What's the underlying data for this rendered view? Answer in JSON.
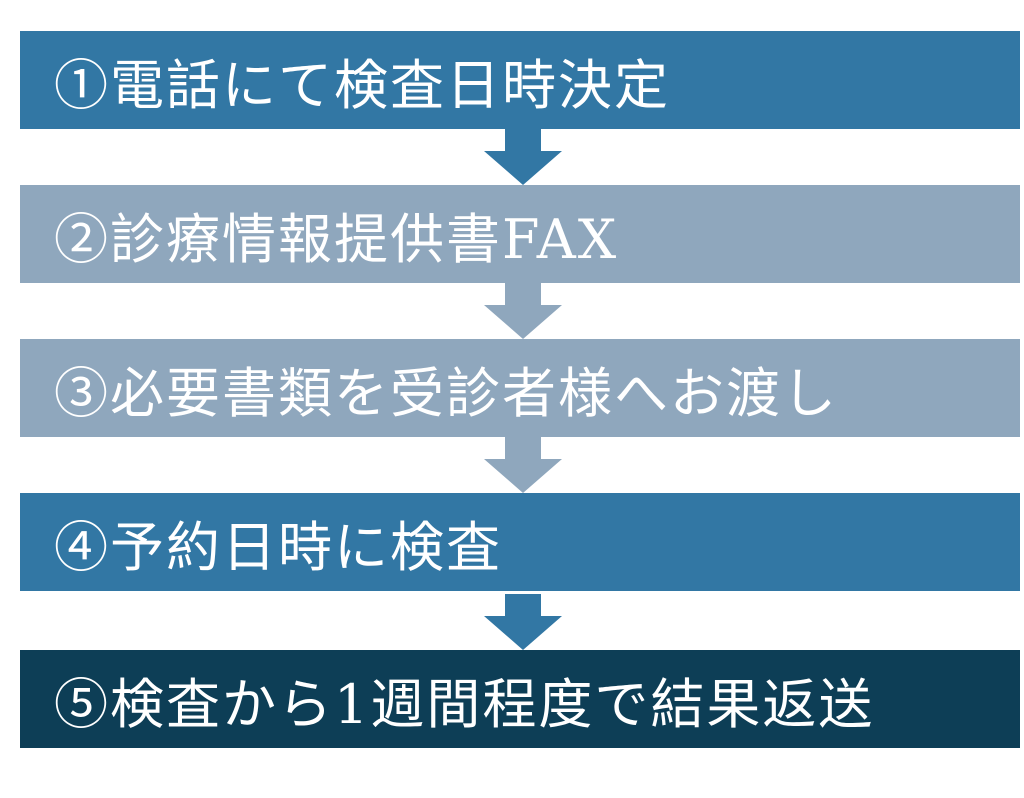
{
  "colors": {
    "medium_blue": "#3277a4",
    "light_steel": "#8fa7bd",
    "dark_navy": "#0d3e56",
    "arrow_blue": "#3277a4",
    "arrow_light": "#8fa7bd"
  },
  "steps": [
    {
      "label": "①電話にて検査日時決定",
      "color": "#3277a4"
    },
    {
      "label": "②診療情報提供書FAX",
      "color": "#8fa7bd"
    },
    {
      "label": "③必要書類を受診者様へお渡し",
      "color": "#8fa7bd"
    },
    {
      "label": "④予約日時に検査",
      "color": "#3277a4"
    },
    {
      "label": "⑤検査から1週間程度で結果返送",
      "color": "#0d3e56"
    }
  ],
  "arrows": [
    {
      "color": "#3277a4",
      "icon": "arrow-down-icon"
    },
    {
      "color": "#8fa7bd",
      "icon": "arrow-down-icon"
    },
    {
      "color": "#8fa7bd",
      "icon": "arrow-down-icon"
    },
    {
      "color": "#3277a4",
      "icon": "arrow-down-icon"
    }
  ]
}
